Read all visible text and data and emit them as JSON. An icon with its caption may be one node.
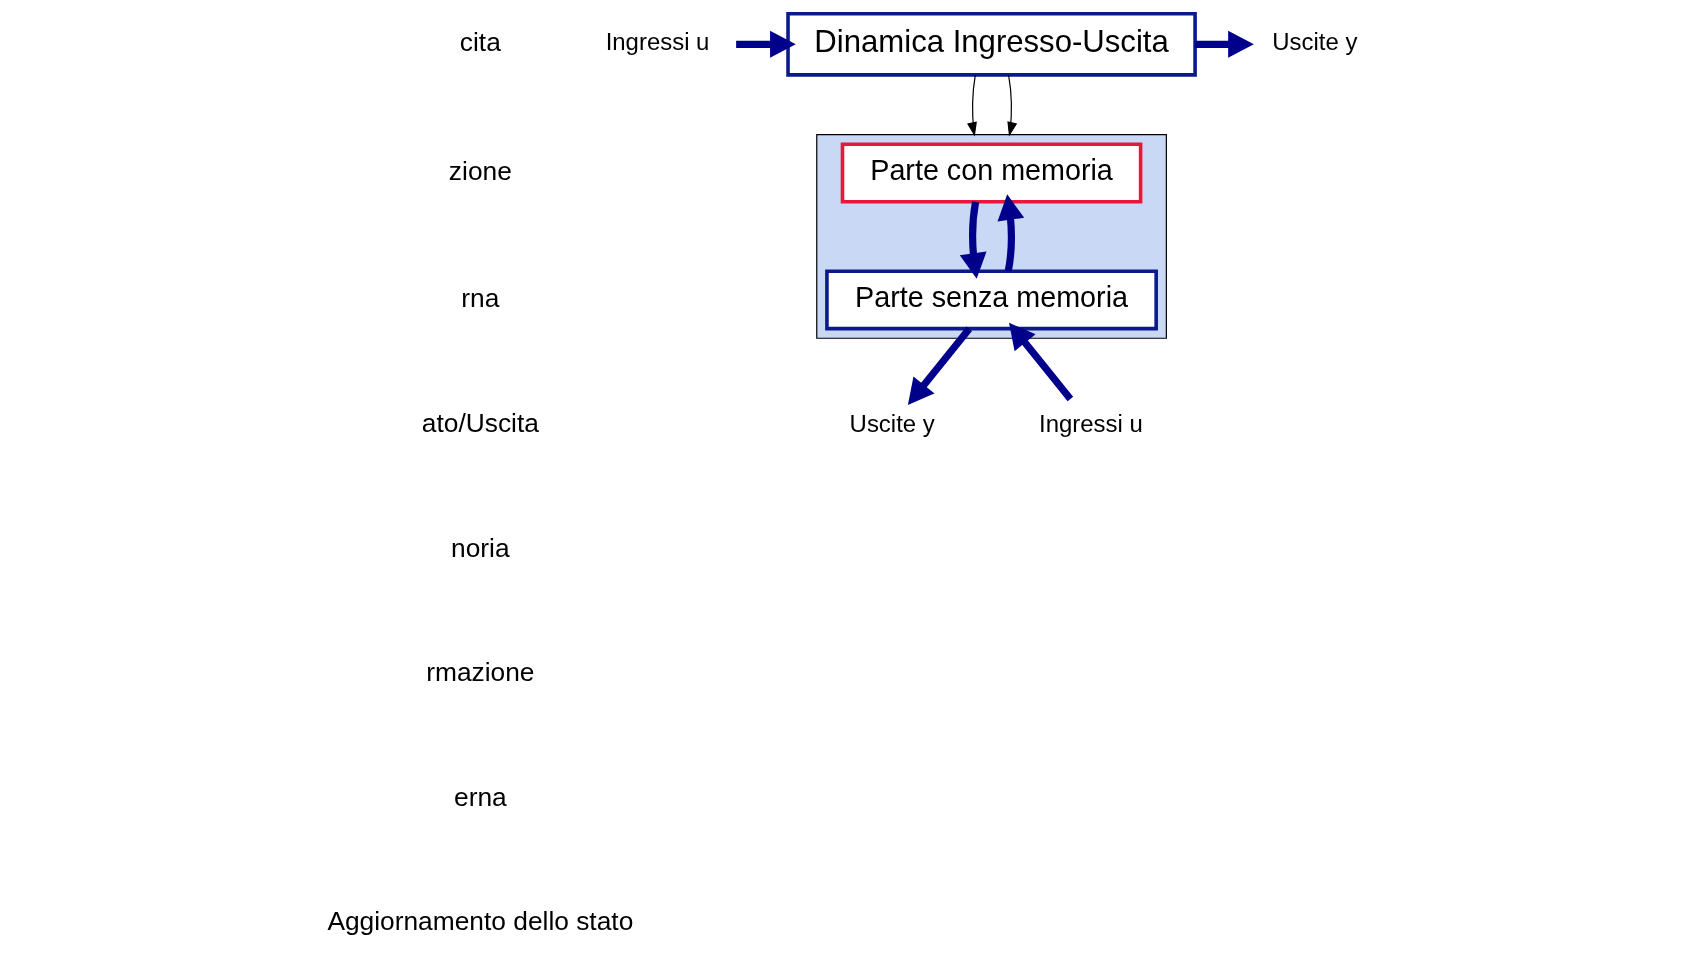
{
  "diagram": {
    "nodes": [
      {
        "text": [
          "Ingressi u"
        ]
      },
      {
        "text": [
          "Dinamica Ingresso-Uscita"
        ]
      },
      {
        "text": [
          "Uscite y"
        ]
      },
      {
        "text": [],
        "shape": "box"
      },
      {
        "text": [
          "Parte con memoria"
        ],
        "in": 3
      },
      {
        "text": [
          "Parte senza memoria"
        ],
        "in": 3
      },
      {
        "text": [
          "Ingressi u"
        ]
      },
      {
        "text": [
          "Uscite y"
        ]
      }
    ],
    "edges": [
      {
        "from": 0,
        "to": 1,
        "arrow": "to"
      },
      {
        "from": 1,
        "to": 2,
        "arrow": "to"
      },
      {
        "from": 1,
        "to": 3,
        "arrow": "to",
        "color": "#000000"
      },
      {
        "from": 1,
        "to": 3,
        "arrow": "to",
        "color": "#000000"
      },
      {
        "from": 4,
        "to": 5,
        "arrow": "to"
      },
      {
        "from": 5,
        "to": 4,
        "arrow": "to"
      },
      {
        "from": 6,
        "to": 5,
        "arrow": "to"
      },
      {
        "from": 5,
        "to": 7,
        "arrow": "to"
      }
    ],
    "labels": [
      "cita",
      "zione",
      "rna",
      "ato/Uscita",
      "noria",
      "rmazione",
      "erna",
      "Aggiornamento dello stato"
    ]
  }
}
